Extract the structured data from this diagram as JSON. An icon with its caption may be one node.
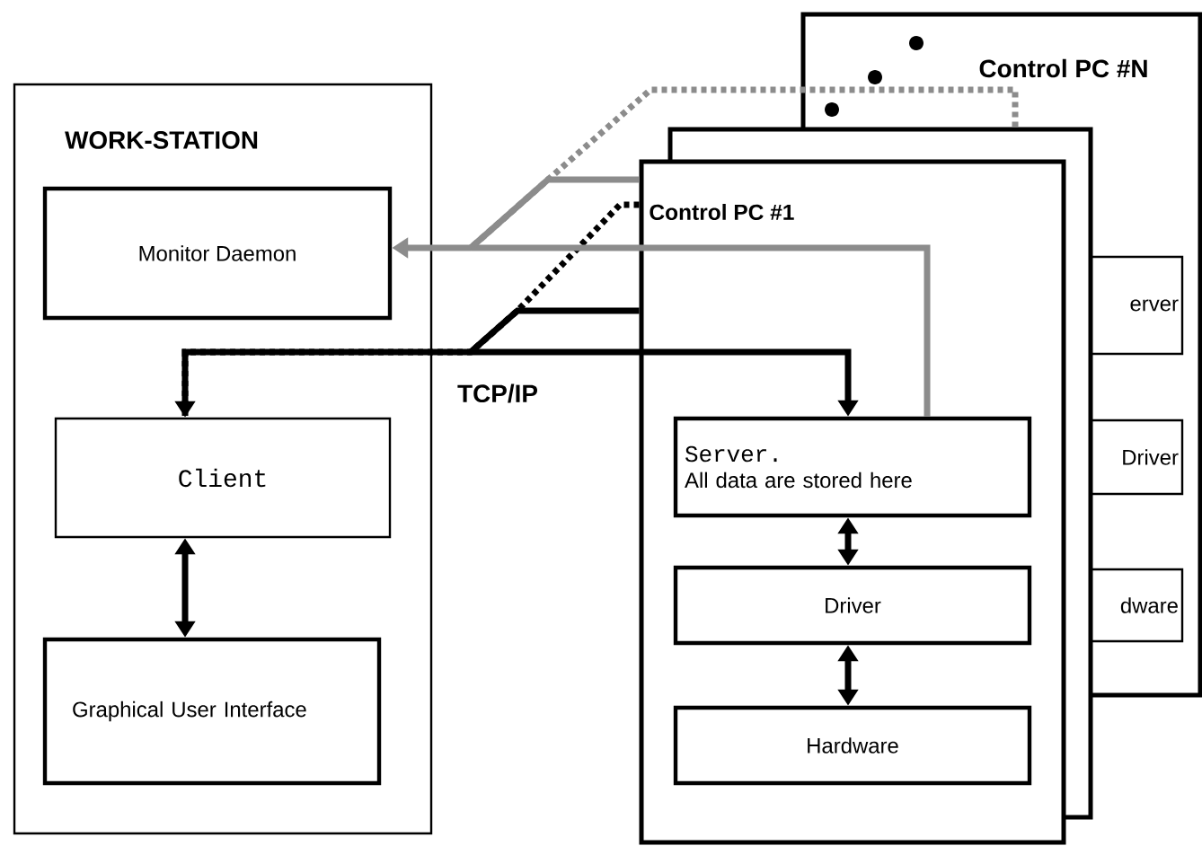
{
  "diagram": {
    "nodes": [
      {
        "text": [
          "WORK-STATION"
        ]
      },
      {
        "text": [
          "Monitor Daemon"
        ],
        "in": 0
      },
      {
        "text": [
          "Client"
        ],
        "in": 0
      },
      {
        "text": [
          "Graphical User Interface"
        ],
        "in": 0
      },
      {
        "text": [
          "Control PC #N"
        ]
      },
      {
        "text": [
          "erver"
        ],
        "in": 4
      },
      {
        "text": [
          "Driver"
        ],
        "in": 4
      },
      {
        "text": [
          "dware"
        ],
        "in": 4
      },
      {
        "text": [
          "Control PC #1"
        ]
      },
      {
        "text": [
          "Server.",
          "All data are stored here"
        ],
        "in": 8
      },
      {
        "text": [
          "Driver"
        ],
        "in": 8
      },
      {
        "text": [
          "Hardware"
        ],
        "in": 8
      }
    ],
    "edges": [
      {
        "from": 2,
        "to": 9,
        "arrow": "both",
        "label": "TCP/IP"
      },
      {
        "from": 8,
        "to": 2,
        "arrow": "to"
      },
      {
        "from": 8,
        "to": 2,
        "arrow": "to",
        "style": "dashed"
      },
      {
        "from": 8,
        "to": 1,
        "arrow": "to",
        "color": "#8c8c8c"
      },
      {
        "from": 9,
        "to": 1,
        "arrow": "to",
        "color": "#8c8c8c"
      },
      {
        "from": 4,
        "to": 1,
        "arrow": "to",
        "style": "dashed",
        "color": "#8c8c8c"
      },
      {
        "from": 2,
        "to": 3,
        "arrow": "both"
      },
      {
        "from": 9,
        "to": 10,
        "arrow": "both"
      },
      {
        "from": 10,
        "to": 11,
        "arrow": "both"
      }
    ]
  }
}
